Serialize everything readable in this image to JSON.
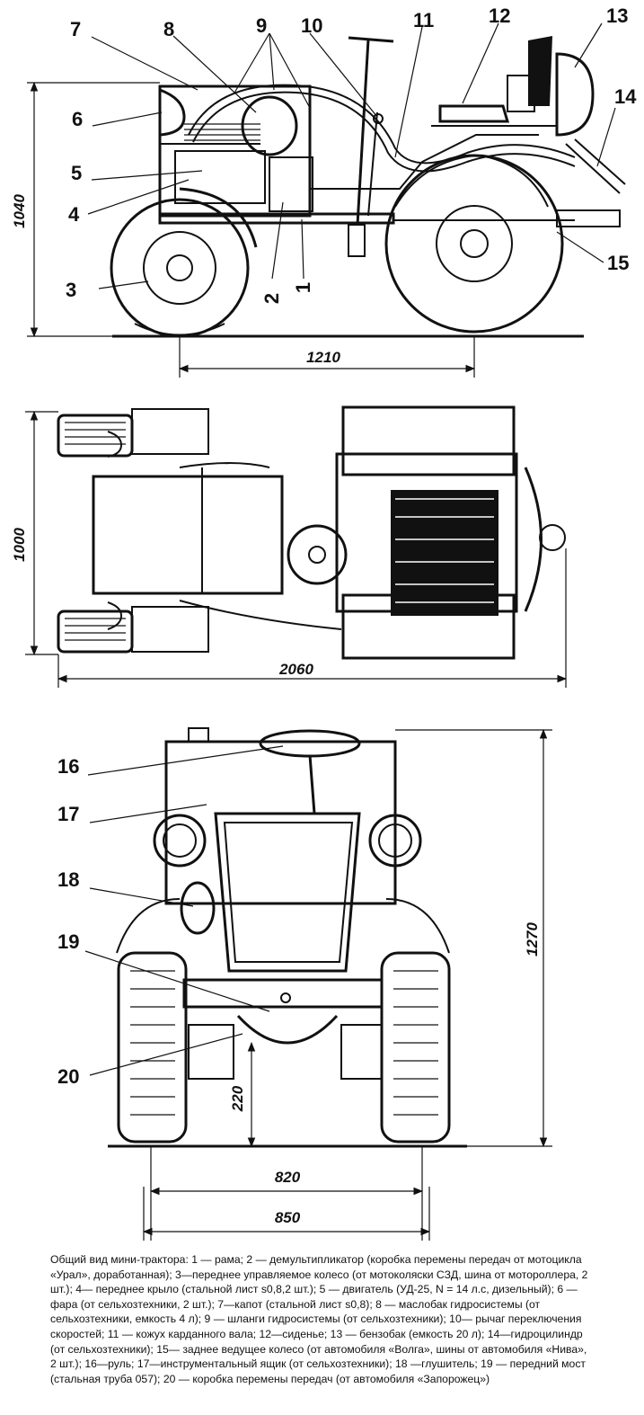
{
  "side_view": {
    "callouts": [
      "1",
      "2",
      "3",
      "4",
      "5",
      "6",
      "7",
      "8",
      "9",
      "10",
      "11",
      "12",
      "13",
      "14",
      "15"
    ],
    "dim_height": "1040",
    "dim_wheelbase": "1210"
  },
  "top_view": {
    "dim_width": "1000",
    "dim_length": "2060"
  },
  "front_view": {
    "callouts": [
      "16",
      "17",
      "18",
      "19",
      "20"
    ],
    "dim_height": "1270",
    "dim_clearance": "220",
    "dim_track_inner": "820",
    "dim_track_outer": "850"
  },
  "caption": "Общий вид мини-трактора: 1 — рама; 2 — демультипликатор (коробка перемены передач от мотоцикла «Урал», доработанная); 3—переднее управляемое колесо (от мотоколяски СЗД, шина от мотороллера, 2 шт.); 4— переднее крыло (стальной лист s0,8,2 шт.); 5 — двигатель (УД-25, N = 14 л.с, дизельный); 6 — фара (от сельхозтехники, 2 шт.); 7—капот (стальной лист s0,8); 8 — маслобак гидросистемы (от сельхозтехники, емкость 4 л); 9 — шланги гидросистемы (от сельхозтехники); 10— рычаг переключения скоростей; 11 — кожух карданного вала; 12—сиденье; 13 — бензобак (емкость 20 л); 14—гидроцилиндр (от сельхозтехники); 15— заднее ведущее колесо (от автомобиля «Волга», шины от автомобиля «Нива», 2 шт.); 16—руль; 17—инструментальный ящик (от сельхозтехники); 18 —глушитель; 19 — передний мост (стальная труба 057); 20 — коробка перемены передач (от автомобиля «Запорожец»)"
}
